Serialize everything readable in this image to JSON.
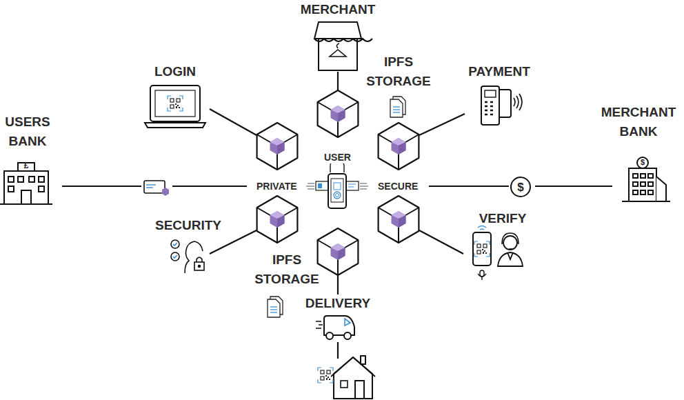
{
  "diagram": {
    "labels": [
      "MERCHANT",
      "IPFS STORAGE",
      "LOGIN",
      "PAYMENT",
      "USERS BANK",
      "MERCHANT BANK",
      "USER",
      "PRIVATE",
      "SECURE",
      "SECURITY",
      "VERIFY",
      "IPFS STORAGE",
      "DELIVERY",
      "£",
      "$",
      "$"
    ]
  }
}
